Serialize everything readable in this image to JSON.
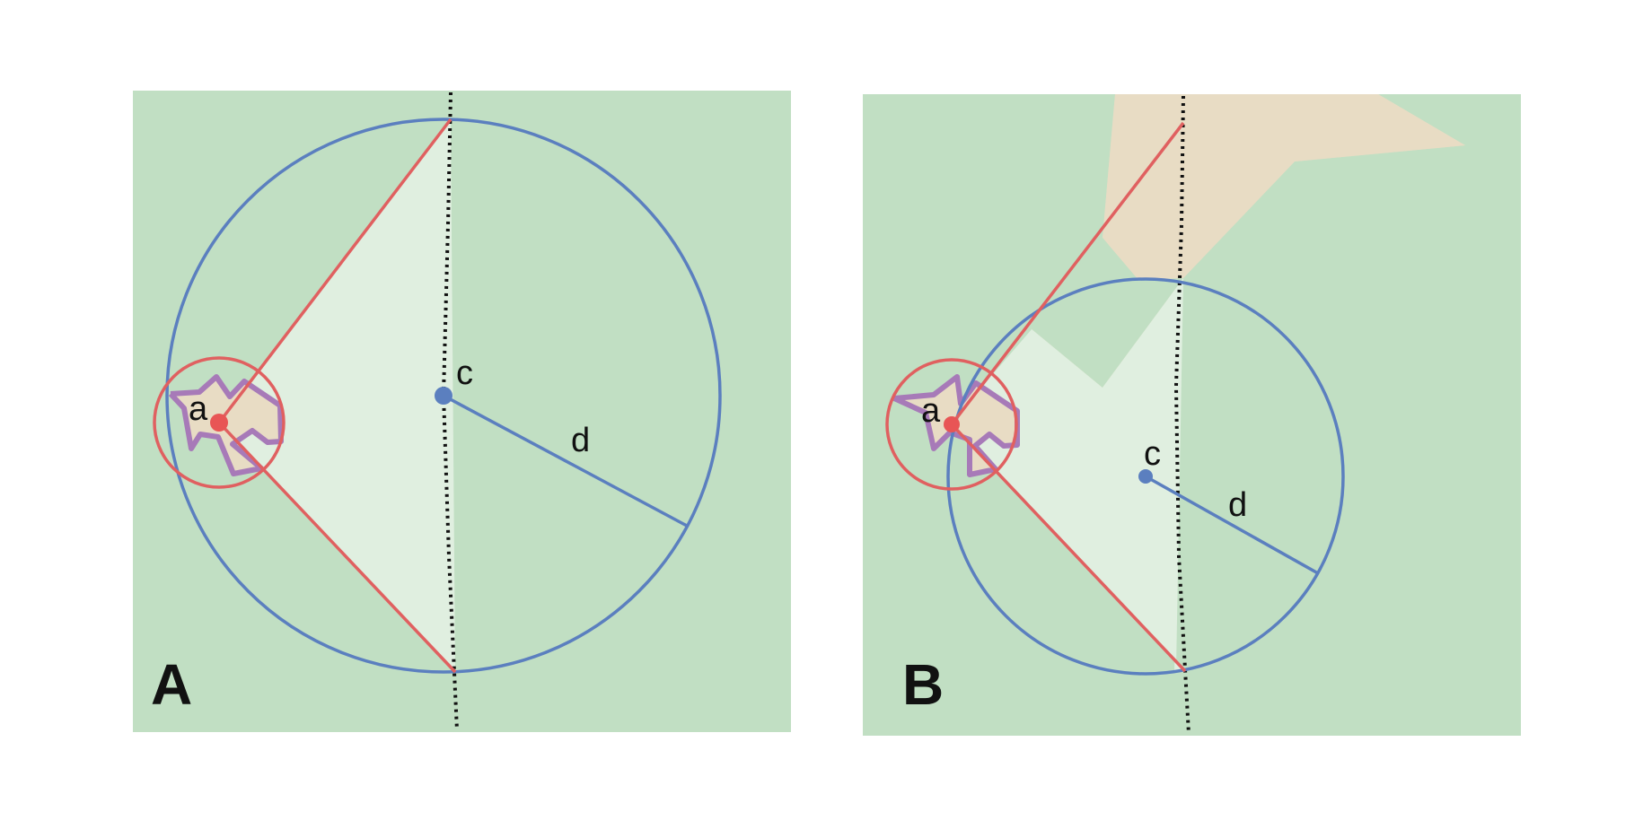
{
  "colors": {
    "background_green": "#c1dfc3",
    "cone_fill": "#e0efe0",
    "obstacle_fill": "#e8dcc4",
    "circle_blue": "#5b7fbf",
    "line_red": "#e06060",
    "point_red": "#e85555",
    "point_blue": "#5b7fbf",
    "polygon_purple": "#a77ab8",
    "boundary_black": "#111111"
  },
  "panels": [
    {
      "panel_label": "A",
      "point_a_label": "a",
      "center_label": "c",
      "radius_label": "d"
    },
    {
      "panel_label": "B",
      "point_a_label": "a",
      "center_label": "c",
      "radius_label": "d"
    }
  ]
}
